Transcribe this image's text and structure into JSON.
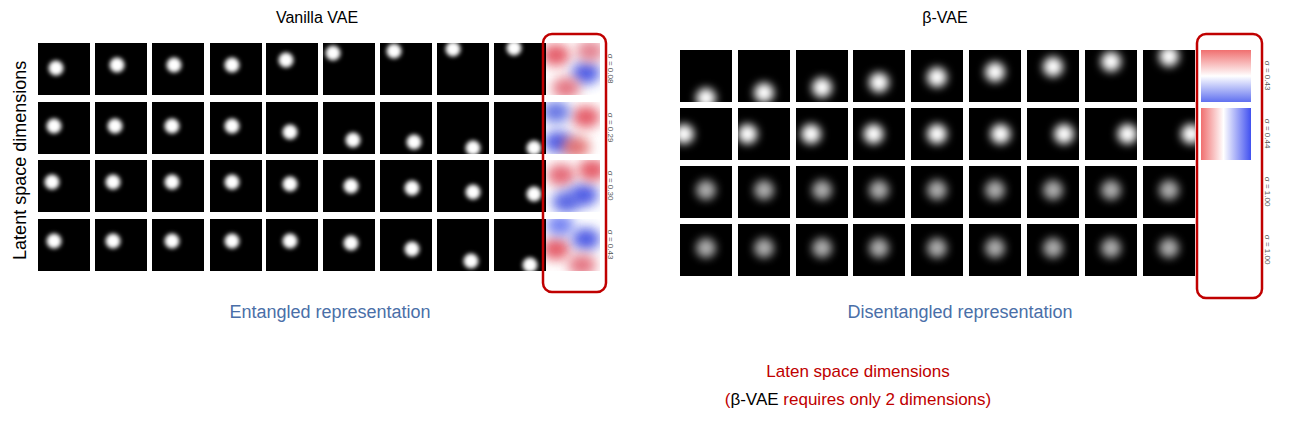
{
  "diagram": {
    "labels": [
      "Vanilla VAE",
      "β-VAE",
      "Latent space dimensions",
      "σ = 0.08",
      "σ = 0.29",
      "σ = 0.30",
      "σ = 0.43",
      "Entangled representation",
      "σ = 0.43",
      "σ = 0.44",
      "σ = 1.00",
      "σ = 1.00",
      "Disentangled representation",
      "Laten space dimensions",
      "(β-VAE requires only 2 dimensions)"
    ]
  }
}
